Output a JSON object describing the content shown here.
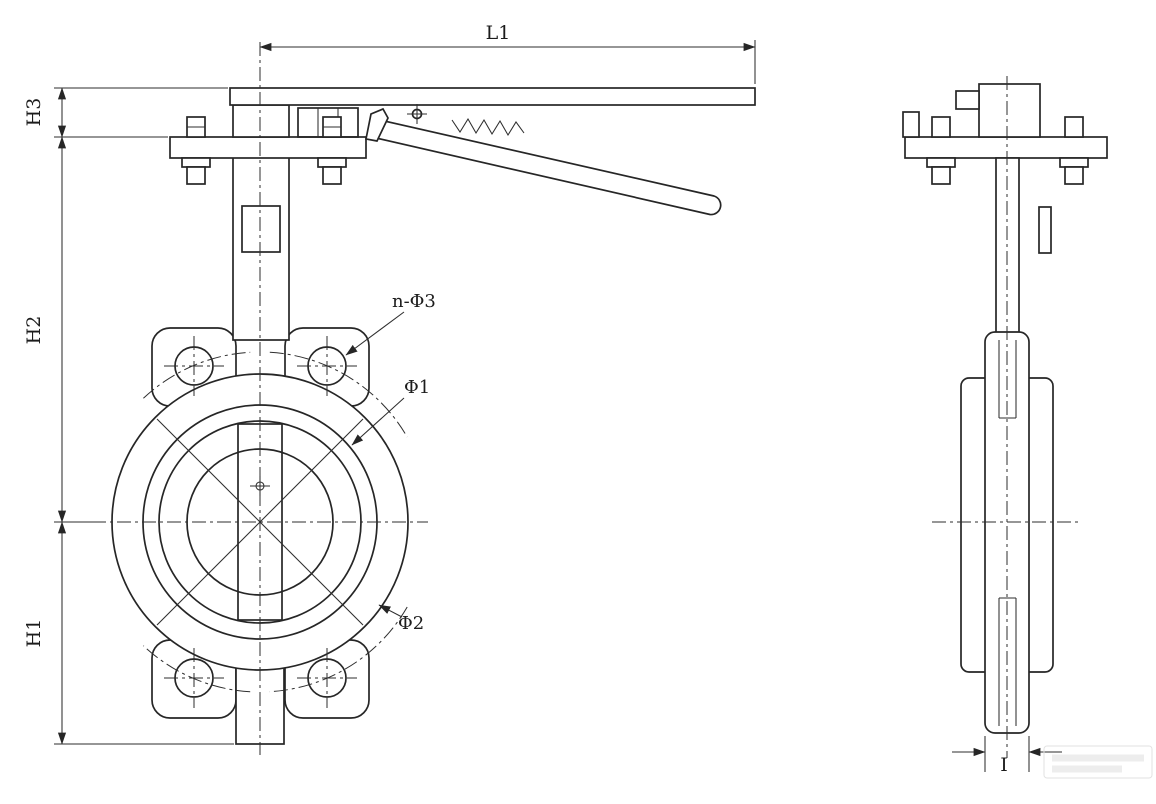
{
  "drawing": {
    "labels": {
      "l1": "L1",
      "h3": "H3",
      "h2": "H2",
      "h1": "H1",
      "i": "I",
      "bolt_holes": "n-Φ3",
      "phi1": "Φ1",
      "phi2": "Φ2"
    },
    "colors": {
      "line": "#262626",
      "background": "#ffffff"
    }
  }
}
